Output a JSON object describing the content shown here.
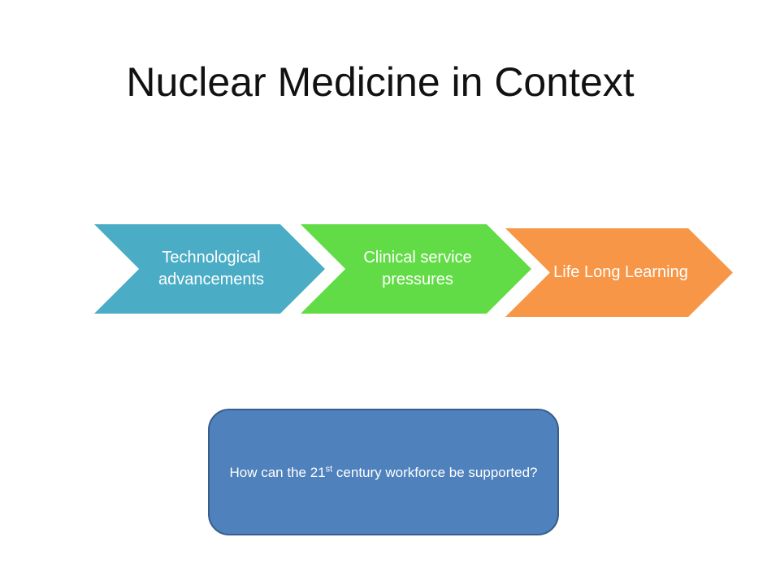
{
  "slide": {
    "title": "Nuclear Medicine in Context"
  },
  "flow": {
    "steps": [
      {
        "label": "Technological advancements",
        "color": "#4bacc6"
      },
      {
        "label": "Clinical service pressures",
        "color": "#62dc46"
      },
      {
        "label": "Life Long Learning",
        "color": "#f79646"
      }
    ]
  },
  "question": {
    "before": "How can the 21",
    "sup": "st",
    "after": " century workforce be supported?",
    "fill_color": "#4f81bd",
    "border_color": "#385d8a"
  }
}
